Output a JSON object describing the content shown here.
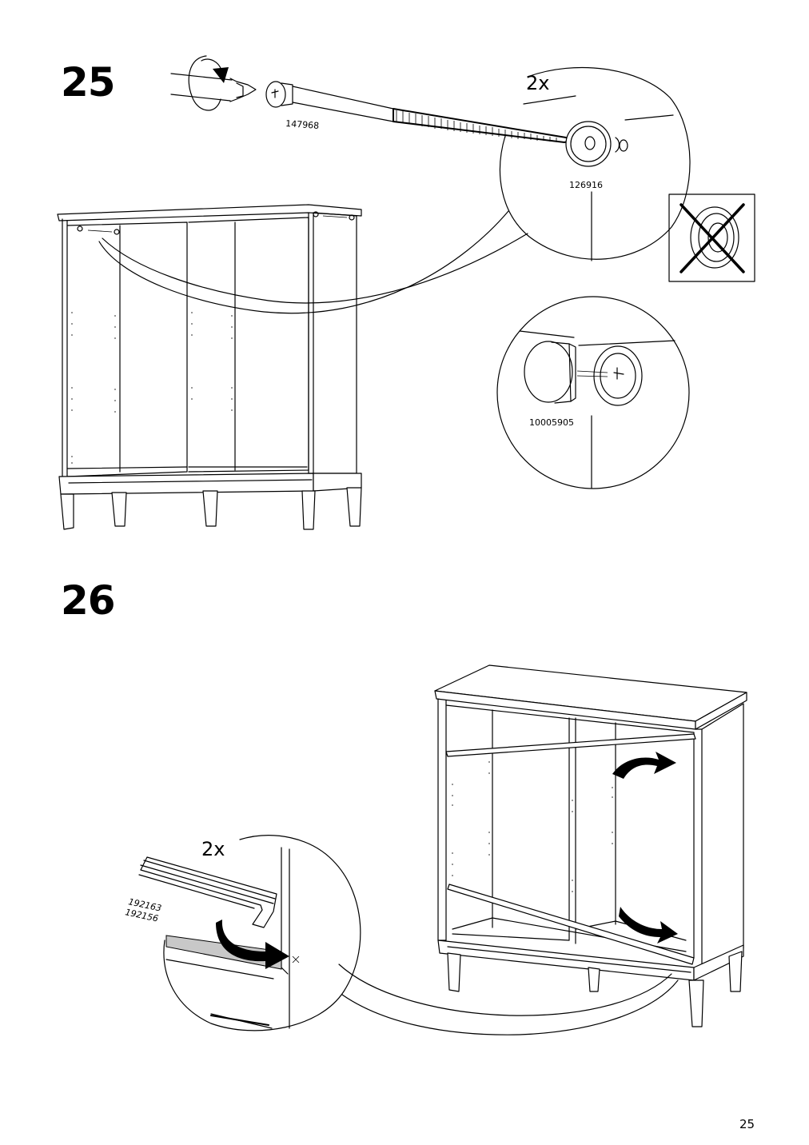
{
  "page": {
    "number": "25"
  },
  "step25": {
    "number": "25",
    "screw_part": "147968",
    "washer_part": "126916",
    "cap_part": "10005905",
    "qty": "2x"
  },
  "step26": {
    "number": "26",
    "qty": "2x",
    "rail_part_1": "192163",
    "rail_part_2": "192156"
  }
}
